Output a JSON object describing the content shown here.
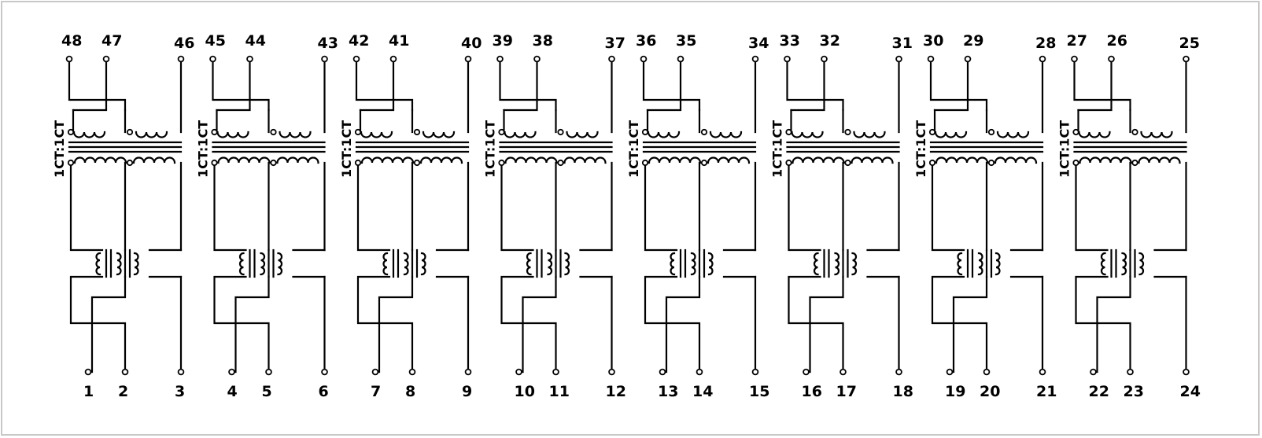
{
  "schematic": {
    "channels": [
      {
        "ratio": "1CT:1CT",
        "top_pins": [
          "48",
          "47",
          "46"
        ],
        "bottom_pins": [
          "1",
          "2",
          "3"
        ]
      },
      {
        "ratio": "1CT:1CT",
        "top_pins": [
          "45",
          "44",
          "43"
        ],
        "bottom_pins": [
          "4",
          "5",
          "6"
        ]
      },
      {
        "ratio": "1CT:1CT",
        "top_pins": [
          "42",
          "41",
          "40"
        ],
        "bottom_pins": [
          "7",
          "8",
          "9"
        ]
      },
      {
        "ratio": "1CT:1CT",
        "top_pins": [
          "39",
          "38",
          "37"
        ],
        "bottom_pins": [
          "10",
          "11",
          "12"
        ]
      },
      {
        "ratio": "1CT:1CT",
        "top_pins": [
          "36",
          "35",
          "34"
        ],
        "bottom_pins": [
          "13",
          "14",
          "15"
        ]
      },
      {
        "ratio": "1CT:1CT",
        "top_pins": [
          "33",
          "32",
          "31"
        ],
        "bottom_pins": [
          "16",
          "17",
          "18"
        ]
      },
      {
        "ratio": "1CT:1CT",
        "top_pins": [
          "30",
          "29",
          "28"
        ],
        "bottom_pins": [
          "19",
          "20",
          "21"
        ]
      },
      {
        "ratio": "1CT:1CT",
        "top_pins": [
          "27",
          "26",
          "25"
        ],
        "bottom_pins": [
          "22",
          "23",
          "24"
        ]
      }
    ]
  }
}
